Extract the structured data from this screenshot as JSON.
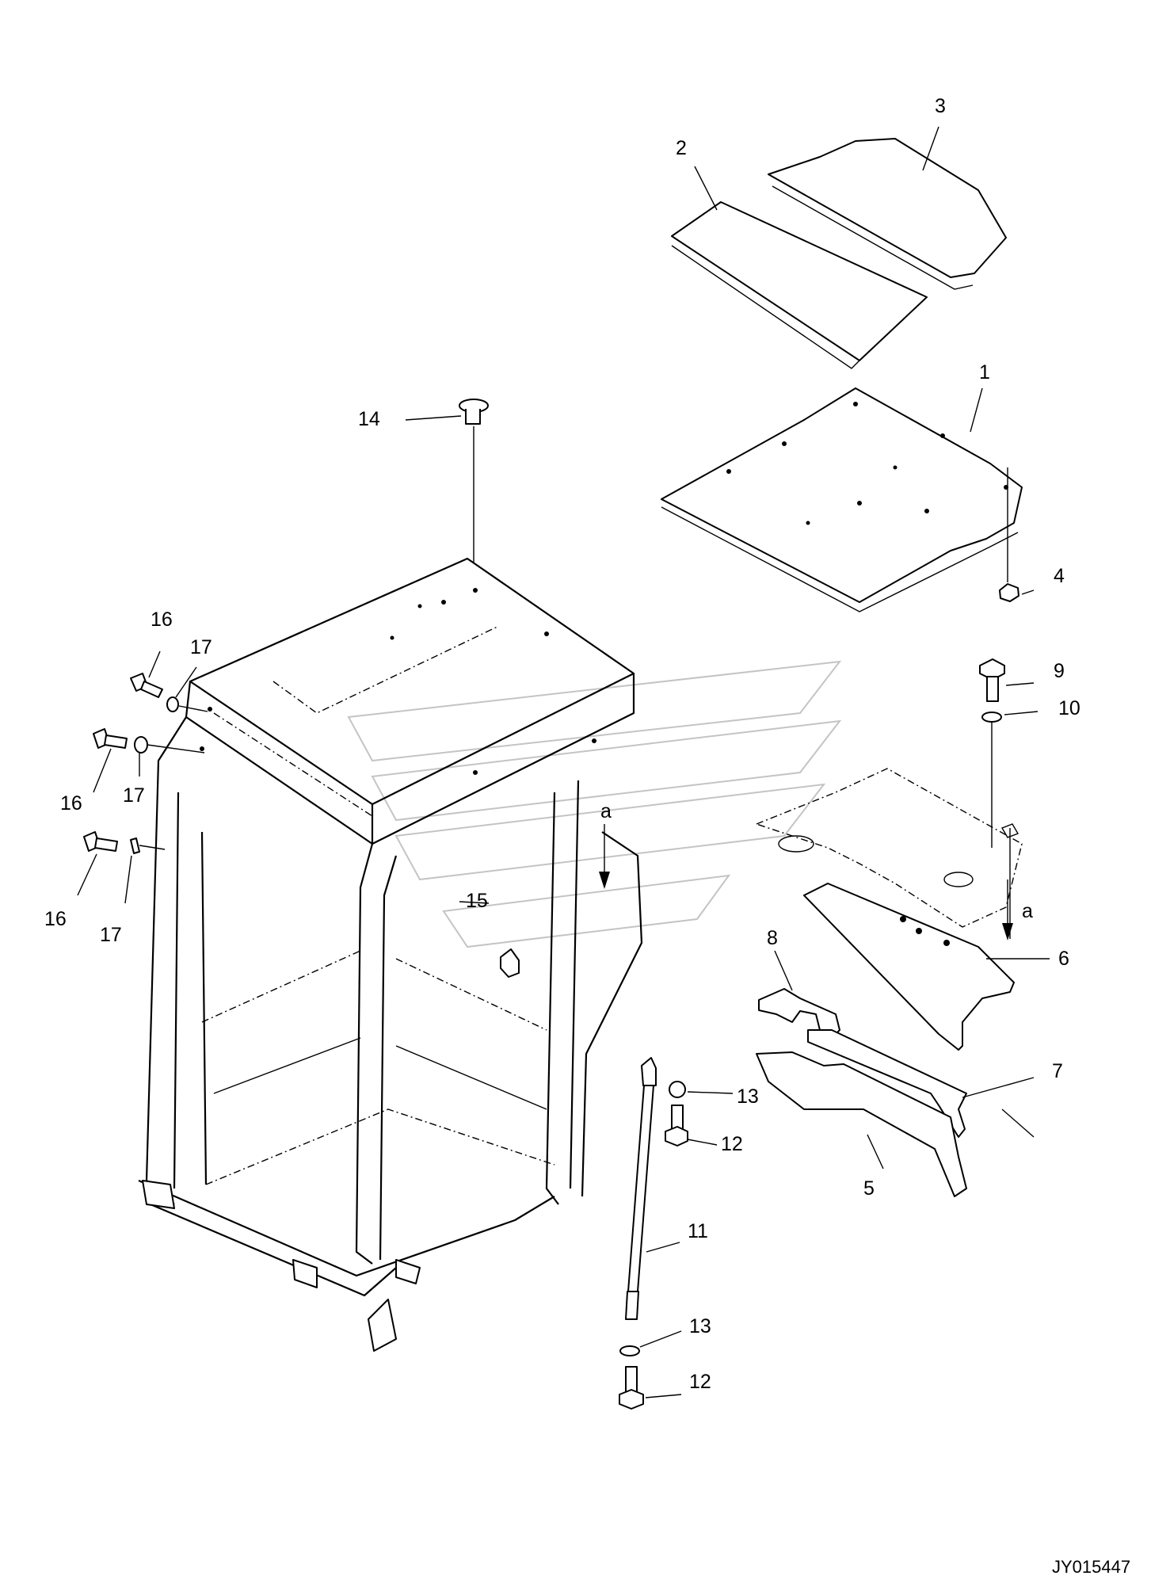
{
  "diagram": {
    "drawing_code": "JY015447",
    "reference_letter": "a",
    "callouts": {
      "c1": "1",
      "c2": "2",
      "c3": "3",
      "c4": "4",
      "c5": "5",
      "c6": "6",
      "c7": "7",
      "c8": "8",
      "c9": "9",
      "c10": "10",
      "c11": "11",
      "c12a": "12",
      "c12b": "12",
      "c13a": "13",
      "c13b": "13",
      "c14": "14",
      "c15": "15",
      "c16a": "16",
      "c16b": "16",
      "c16c": "16",
      "c17a": "17",
      "c17b": "17",
      "c17c": "17"
    }
  }
}
